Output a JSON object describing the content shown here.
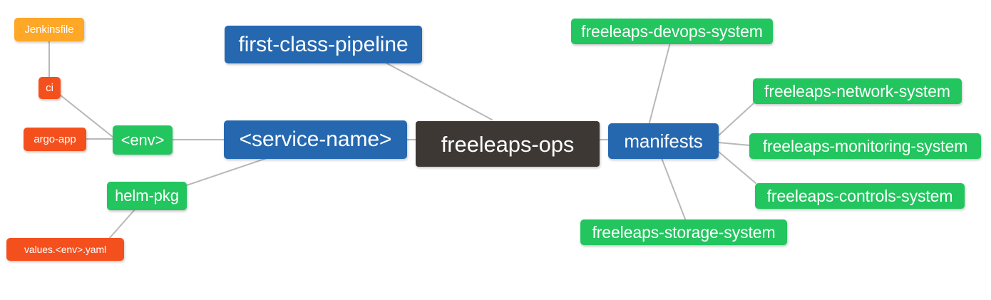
{
  "diagram": {
    "type": "mindmap",
    "title": "freeleaps-ops",
    "background": "#ffffff",
    "palette": {
      "root": "#3d3834",
      "blue": "#2568b0",
      "green": "#22c55e",
      "orange": "#ffa726",
      "red": "#f4501e",
      "edge": "#b8b8b8",
      "text": "#ffffff"
    }
  },
  "nodes": {
    "root": {
      "label": "freeleaps-ops"
    },
    "first_class_pipeline": {
      "label": "first-class-pipeline"
    },
    "service_name": {
      "label": "<service-name>"
    },
    "env": {
      "label": "<env>"
    },
    "ci": {
      "label": "ci"
    },
    "jenkinsfile": {
      "label": "Jenkinsfile"
    },
    "argo_app": {
      "label": "argo-app"
    },
    "helm_pkg": {
      "label": "helm-pkg"
    },
    "values_yaml": {
      "label": "values.<env>.yaml"
    },
    "manifests": {
      "label": "manifests"
    },
    "devops_system": {
      "label": "freeleaps-devops-system"
    },
    "network_system": {
      "label": "freeleaps-network-system"
    },
    "monitoring_system": {
      "label": "freeleaps-monitoring-system"
    },
    "controls_system": {
      "label": "freeleaps-controls-system"
    },
    "storage_system": {
      "label": "freeleaps-storage-system"
    }
  },
  "edges": [
    {
      "from": "root",
      "to": "first_class_pipeline"
    },
    {
      "from": "root",
      "to": "service_name"
    },
    {
      "from": "root",
      "to": "manifests"
    },
    {
      "from": "service_name",
      "to": "env"
    },
    {
      "from": "service_name",
      "to": "helm_pkg"
    },
    {
      "from": "env",
      "to": "ci"
    },
    {
      "from": "env",
      "to": "argo_app"
    },
    {
      "from": "ci",
      "to": "jenkinsfile"
    },
    {
      "from": "helm_pkg",
      "to": "values_yaml"
    },
    {
      "from": "manifests",
      "to": "devops_system"
    },
    {
      "from": "manifests",
      "to": "network_system"
    },
    {
      "from": "manifests",
      "to": "monitoring_system"
    },
    {
      "from": "manifests",
      "to": "controls_system"
    },
    {
      "from": "manifests",
      "to": "storage_system"
    }
  ]
}
